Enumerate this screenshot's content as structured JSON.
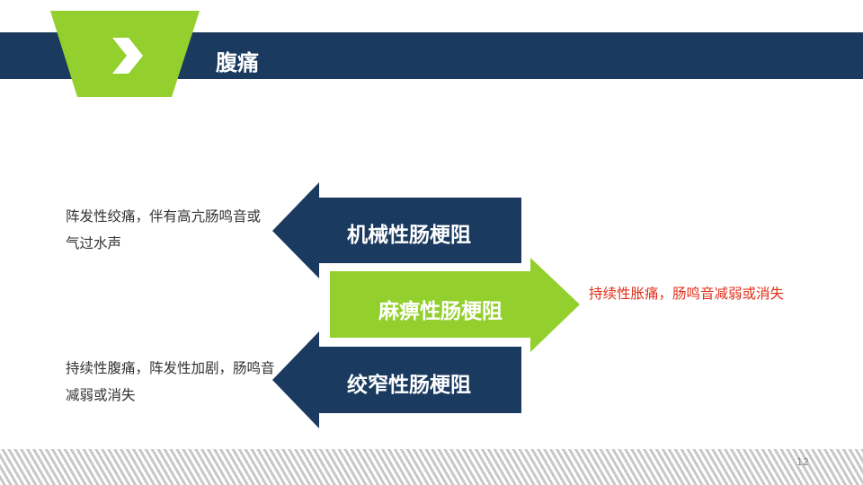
{
  "header": {
    "title": "腹痛",
    "icon": "chevron-right-icon"
  },
  "arrows": [
    {
      "label": "机械性肠梗阻",
      "direction": "left",
      "color": "#1b3a5f",
      "note": "阵发性绞痛，伴有高亢肠鸣音或气过水声"
    },
    {
      "label": "麻痹性肠梗阻",
      "direction": "right",
      "color": "#93d02e",
      "note": "持续性胀痛，肠鸣音减弱或消失"
    },
    {
      "label": "绞窄性肠梗阻",
      "direction": "left",
      "color": "#1b3a5f",
      "note": "持续性腹痛，阵发性加剧，肠鸣音减弱或消失"
    }
  ],
  "page_number": "12"
}
